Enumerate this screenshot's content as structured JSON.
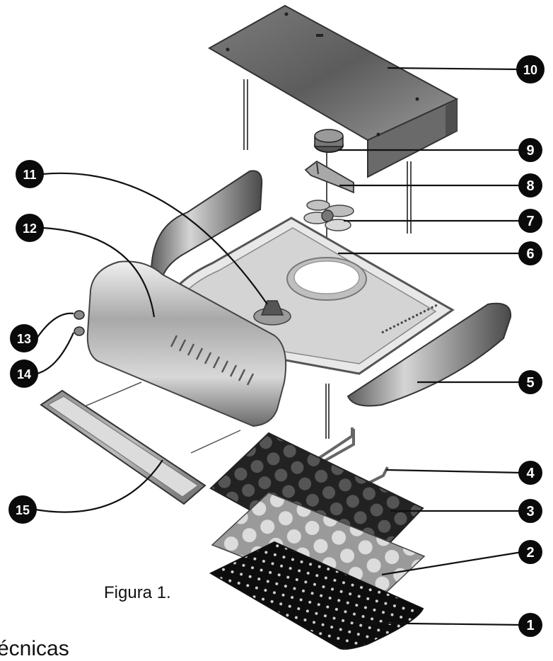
{
  "figure": {
    "caption": "Figura 1.",
    "footer_text": "écnicas"
  },
  "callouts": [
    {
      "num": "1"
    },
    {
      "num": "2"
    },
    {
      "num": "3"
    },
    {
      "num": "4"
    },
    {
      "num": "5"
    },
    {
      "num": "6"
    },
    {
      "num": "7"
    },
    {
      "num": "8"
    },
    {
      "num": "9"
    },
    {
      "num": "10"
    },
    {
      "num": "11"
    },
    {
      "num": "12"
    },
    {
      "num": "13"
    },
    {
      "num": "14"
    },
    {
      "num": "15"
    }
  ],
  "colors": {
    "badge": "#0a0a0a",
    "badge_text": "#ffffff",
    "leader": "#111111",
    "metal_dark": "#5a5a5a",
    "metal_mid": "#9a9a9a",
    "metal_light": "#e6e6e6"
  }
}
